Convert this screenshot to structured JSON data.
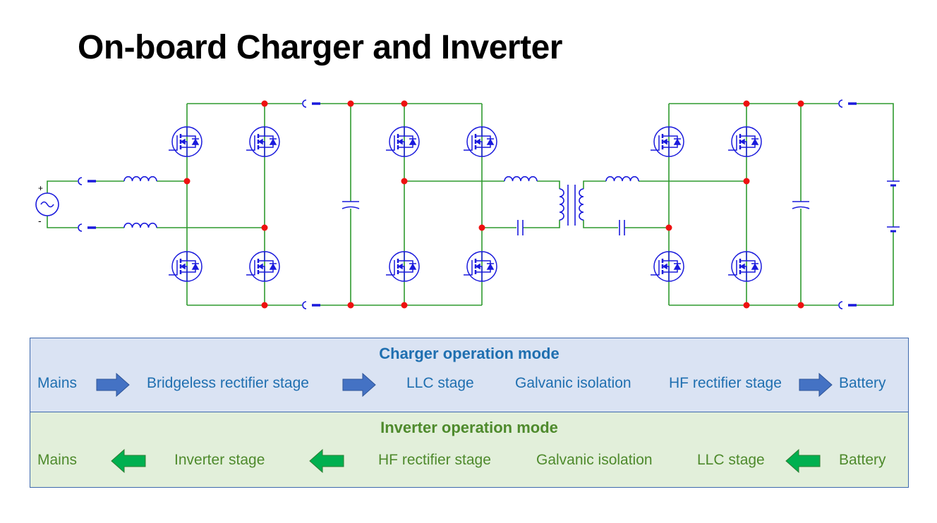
{
  "title": "On-board Charger and Inverter",
  "charger_mode": {
    "title": "Charger operation mode",
    "stages": [
      "Mains",
      "Bridgeless rectifier stage",
      "LLC stage",
      "Galvanic isolation",
      "HF rectifier stage",
      "Battery"
    ],
    "arrow_color": "#4472c4"
  },
  "inverter_mode": {
    "title": "Inverter operation mode",
    "stages": [
      "Mains",
      "Inverter stage",
      "HF rectifier stage",
      "Galvanic isolation",
      "LLC stage",
      "Battery"
    ],
    "arrow_color": "#00b050"
  },
  "colors": {
    "wire": "#2e9a2e",
    "component": "#1a1adc",
    "node": "#ee1111"
  },
  "circuit_labels": {
    "source_plus": "+",
    "source_minus": "-"
  }
}
